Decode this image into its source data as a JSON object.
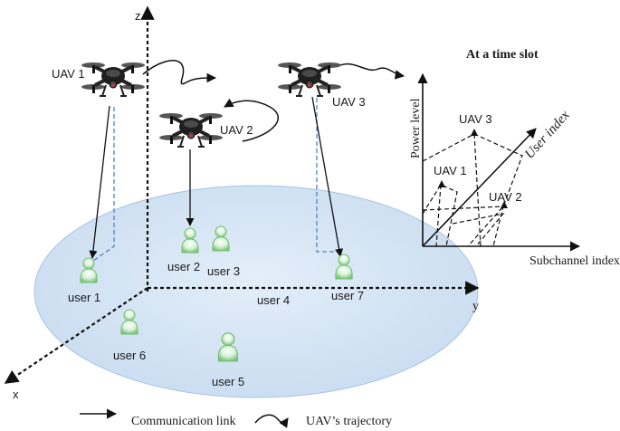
{
  "axes": {
    "z": "z",
    "y": "y",
    "x": "x"
  },
  "uavs": [
    {
      "id": "uav-1",
      "label": "UAV 1"
    },
    {
      "id": "uav-2",
      "label": "UAV 2"
    },
    {
      "id": "uav-3",
      "label": "UAV 3"
    }
  ],
  "users": [
    {
      "id": "user-1",
      "label": "user 1"
    },
    {
      "id": "user-2",
      "label": "user 2"
    },
    {
      "id": "user-3",
      "label": "user 3"
    },
    {
      "id": "user-4",
      "label": "user 4"
    },
    {
      "id": "user-5",
      "label": "user 5"
    },
    {
      "id": "user-6",
      "label": "user 6"
    },
    {
      "id": "user-7",
      "label": "user 7"
    }
  ],
  "inset": {
    "title": "At a time slot",
    "y_axis": "Power level",
    "x_axis": "Subchannel index",
    "diag_axis": "User index",
    "uav_labels": [
      "UAV 1",
      "UAV 2",
      "UAV 3"
    ]
  },
  "legend": {
    "link": "Communication link",
    "trajectory": "UAV’s trajectory"
  },
  "colors": {
    "ground": "#d6e6f5",
    "ground_stroke": "#a9c4e0",
    "dashed_link": "#4a86c8",
    "user_green": "#8fd18f",
    "drone_dark": "#2b2b2b"
  }
}
